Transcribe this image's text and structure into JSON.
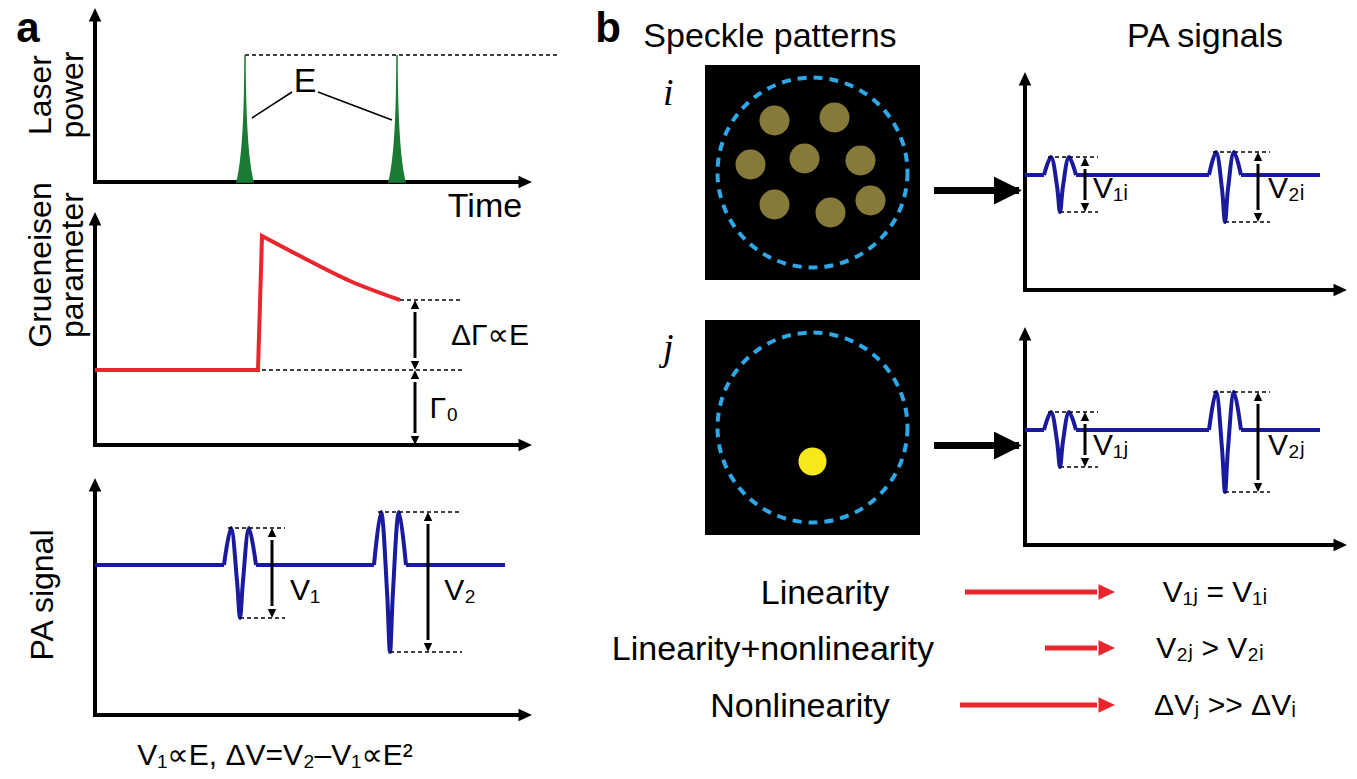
{
  "diagram": {
    "nodes": [
      {
        "text": [
          "i"
        ]
      },
      {
        "text": [
          "V₁ᵢ",
          "V₂ᵢ"
        ]
      },
      {
        "text": [
          "j"
        ]
      },
      {
        "text": [
          "V₁ⱼ",
          "V₂ⱼ"
        ]
      }
    ],
    "edges": [
      {
        "from": 0,
        "to": 1,
        "arrow": "to"
      },
      {
        "from": 2,
        "to": 3,
        "arrow": "to"
      }
    ],
    "labels": [
      "a",
      "Laser power",
      "Time",
      "E",
      "Grueneisen parameter",
      "ΔΓ∝E",
      "Γ₀",
      "PA signal",
      "V₁",
      "V₂",
      "V₁∝E, ΔV=V₂–V₁∝E²",
      "b",
      "Speckle patterns",
      "PA signals",
      "Linearity",
      "V₁ⱼ = V₁ᵢ",
      "Linearity+nonlinearity",
      "V₂ⱼ > V₂ᵢ",
      "Nonlinearity",
      "ΔVⱼ >> ΔVᵢ"
    ]
  }
}
